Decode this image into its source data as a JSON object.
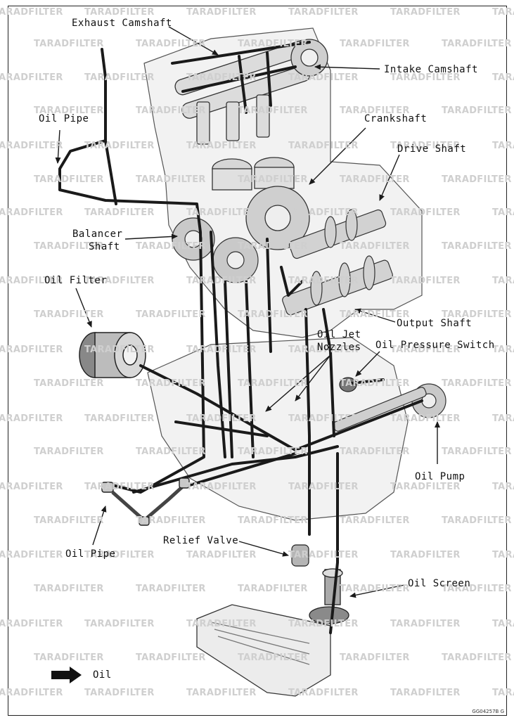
{
  "watermark": "TARADFILTER",
  "labels": {
    "exhaust_camshaft": "Exhaust Camshaft",
    "intake_camshaft": "Intake Camshaft",
    "oil_pipe_top": "Oil Pipe",
    "crankshaft": "Crankshaft",
    "drive_shaft": "Drive Shaft",
    "balancer_shaft_1": "Balancer",
    "balancer_shaft_2": "Shaft",
    "oil_filter": "Oil Filter",
    "output_shaft": "Output Shaft",
    "oil_jet_nozzles_1": "Oil Jet",
    "oil_jet_nozzles_2": "Nozzles",
    "oil_pressure_switch": "Oil Pressure Switch",
    "oil_pump": "Oil Pump",
    "oil_pipe_bottom": "Oil Pipe",
    "relief_valve": "Relief Valve",
    "oil_screen": "Oil Screen",
    "legend_oil": "Oil"
  },
  "figure_code": "GG04257B  G",
  "colors": {
    "ink": "#1a1a1a",
    "part_fill": "#e6e6e6",
    "part_dark": "#9a9a9a",
    "watermark": "#cfcfcf"
  }
}
